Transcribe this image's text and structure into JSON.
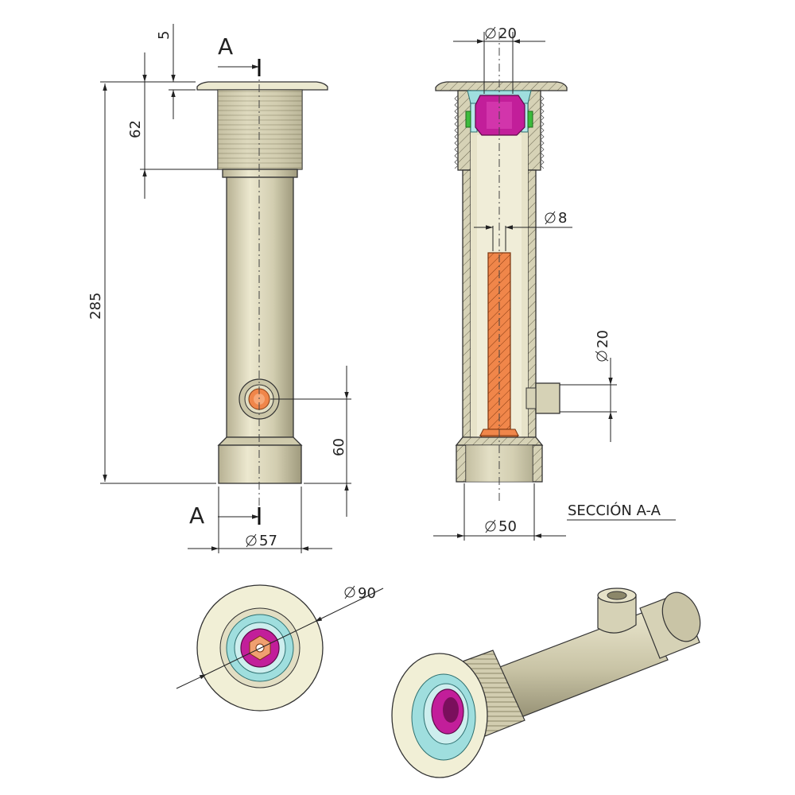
{
  "section_markers": {
    "top": "A",
    "bottom": "A"
  },
  "section_title": "SECCIÓN A-A",
  "dimensions": {
    "flange_thickness": "5",
    "thread_length": "62",
    "total_length": "285",
    "side_port_height": "60",
    "body_diameter": "57",
    "top_bore_diameter": "20",
    "pin_diameter": "8",
    "side_port_diameter": "20",
    "bottom_bore_diameter": "50",
    "flange_diameter": "90"
  },
  "colors": {
    "body": "#d6d2b6",
    "body_dark": "#b8b394",
    "flange": "#f1efd6",
    "seal_cyan": "#9fdede",
    "insert_magenta": "#c21e9a",
    "insert_orange": "#f0864a",
    "gasket_green": "#3dbb3d",
    "line": "#222222"
  }
}
